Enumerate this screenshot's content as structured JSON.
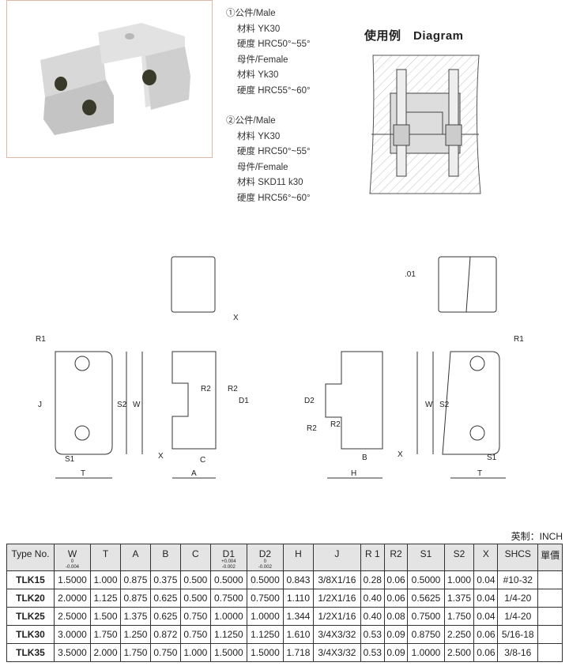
{
  "spec": {
    "male1": "①公件/Male",
    "male1_mat": "材料 YK30",
    "male1_hard": "硬度 HRC50°~55°",
    "female1": "母件/Female",
    "female1_mat": "材料 Yk30",
    "female1_hard": "硬度 HRC55°~60°",
    "male2": "②公件/Male",
    "male2_mat": "材料 YK30",
    "male2_hard": "硬度 HRC50°~55°",
    "female2": "母件/Female",
    "female2_mat": "材料 SKD11  k30",
    "female2_hard": "硬度 HRC56°~60°"
  },
  "diagram_title": "使用例　Diagram",
  "labels": {
    "R1": "R1",
    "R2": "R2",
    "J": "J",
    "S2": "S2",
    "W": "W",
    "S1": "S1",
    "T": "T",
    "X": "X",
    "C": "C",
    "A": "A",
    "D1": "D1",
    "D2": "D2",
    "B": "B",
    "H": "H",
    "tol": ".01"
  },
  "unit": "英制：INCH",
  "table": {
    "headers": [
      {
        "label": "Type No."
      },
      {
        "label": "W",
        "tol_hi": "0",
        "tol_lo": "-0.004"
      },
      {
        "label": "T"
      },
      {
        "label": "A"
      },
      {
        "label": "B"
      },
      {
        "label": "C"
      },
      {
        "label": "D1",
        "tol_hi": "+0.004",
        "tol_lo": "-0.002"
      },
      {
        "label": "D2",
        "tol_hi": "0",
        "tol_lo": "-0.002"
      },
      {
        "label": "H"
      },
      {
        "label": "J"
      },
      {
        "label": "R 1"
      },
      {
        "label": "R2"
      },
      {
        "label": "S1"
      },
      {
        "label": "S2"
      },
      {
        "label": "X"
      },
      {
        "label": "SHCS"
      },
      {
        "label": "單價"
      }
    ],
    "rows": [
      [
        "TLK15",
        "1.5000",
        "1.000",
        "0.875",
        "0.375",
        "0.500",
        "0.5000",
        "0.5000",
        "0.843",
        "3/8X1/16",
        "0.28",
        "0.06",
        "0.5000",
        "1.000",
        "0.04",
        "#10-32",
        ""
      ],
      [
        "TLK20",
        "2.0000",
        "1.125",
        "0.875",
        "0.625",
        "0.500",
        "0.7500",
        "0.7500",
        "1.110",
        "1/2X1/16",
        "0.40",
        "0.06",
        "0.5625",
        "1.375",
        "0.04",
        "1/4-20",
        ""
      ],
      [
        "TLK25",
        "2.5000",
        "1.500",
        "1.375",
        "0.625",
        "0.750",
        "1.0000",
        "1.0000",
        "1.344",
        "1/2X1/16",
        "0.40",
        "0.08",
        "0.7500",
        "1.750",
        "0.04",
        "1/4-20",
        ""
      ],
      [
        "TLK30",
        "3.0000",
        "1.750",
        "1.250",
        "0.872",
        "0.750",
        "1.1250",
        "1.1250",
        "1.610",
        "3/4X3/32",
        "0.53",
        "0.09",
        "0.8750",
        "2.250",
        "0.06",
        "5/16-18",
        ""
      ],
      [
        "TLK35",
        "3.5000",
        "2.000",
        "1.750",
        "0.750",
        "1.000",
        "1.5000",
        "1.5000",
        "1.718",
        "3/4X3/32",
        "0.53",
        "0.09",
        "1.0000",
        "2.500",
        "0.06",
        "3/8-16",
        ""
      ]
    ]
  }
}
